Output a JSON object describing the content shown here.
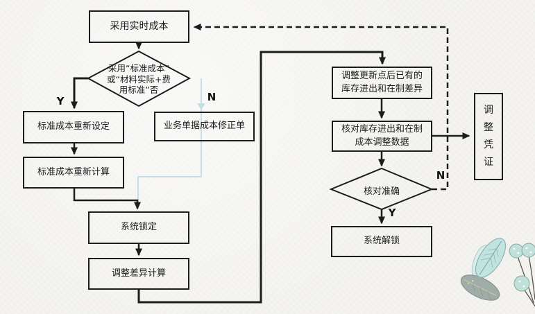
{
  "diagram_title": "cost-adjustment-flowchart",
  "nodes": {
    "realtime": {
      "label": "采用实时成本"
    },
    "decision1": {
      "lines": [
        "采用“标准成本”",
        "或“材料实际+费",
        "用标准”否"
      ]
    },
    "std_reset": {
      "label": "标准成本重新设定"
    },
    "std_recalc": {
      "label": "标准成本重新计算"
    },
    "biz_doc": {
      "label": "业务单据成本修正单"
    },
    "sys_lock": {
      "label": "系统锁定"
    },
    "adj_diff": {
      "label": "调整差异计算"
    },
    "adj_update": {
      "lines": [
        "调整更新点后已有的",
        "库存进出和在制差异"
      ]
    },
    "check_data": {
      "lines": [
        "核对库存进出和在制",
        "成本调整数据"
      ]
    },
    "decision2": {
      "label": "核对准确"
    },
    "sys_unlock": {
      "label": "系统解锁"
    },
    "voucher": {
      "label": "调整凭证"
    }
  },
  "branch_labels": {
    "decision1_yes": "Y",
    "decision1_no": "N",
    "decision2_yes": "Y",
    "decision2_no": "N"
  },
  "colors": {
    "line": "#1c1c1c",
    "faint_connector": "#c6dfe7",
    "leaf_teal": "#c2e4e0",
    "leaf_pale": "#d9ecee",
    "leaf_gray": "#a0aca8",
    "berry": "#c0e0da",
    "paper": "#f4f3f0"
  }
}
